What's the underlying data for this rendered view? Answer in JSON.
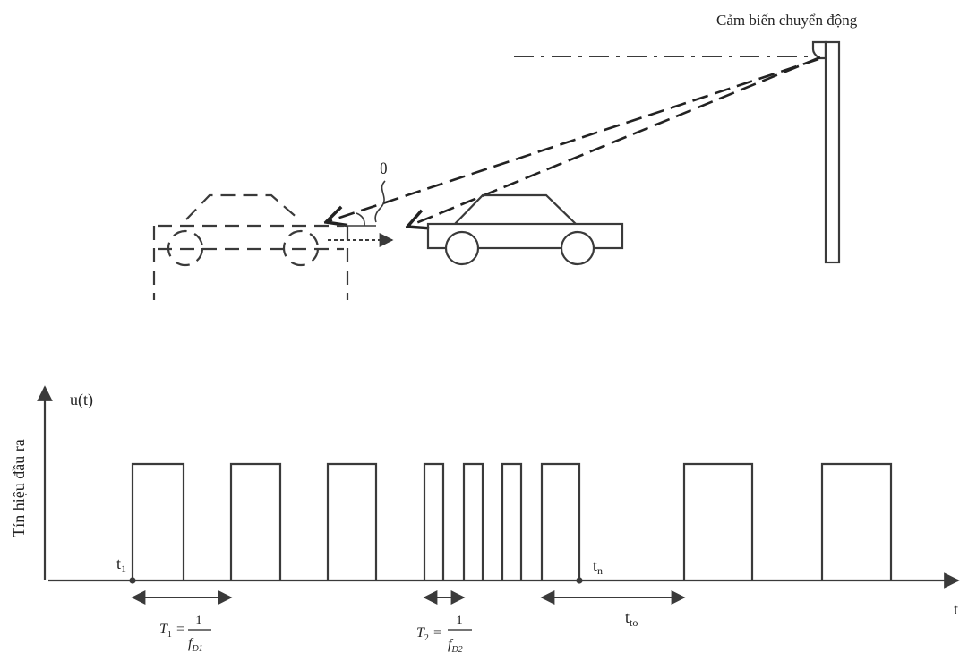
{
  "labels": {
    "sensor": "Cảm biến chuyển động",
    "theta": "θ",
    "y_label": "Tín hiệu đầu ra",
    "y_axis": "u(t)",
    "x_axis": "t",
    "t1_main": "t",
    "t1_sub": "1",
    "tn_main": "t",
    "tn_sub": "n",
    "tto_main": "t",
    "tto_sub": "to",
    "T1_main": "T",
    "T1_sub": "1",
    "T1_num": "1",
    "T1_den": "f",
    "T1_den_sub": "D1",
    "T2_main": "T",
    "T2_sub": "2",
    "T2_num": "1",
    "T2_den": "f",
    "T2_den_sub": "D2",
    "eq": "="
  }
}
